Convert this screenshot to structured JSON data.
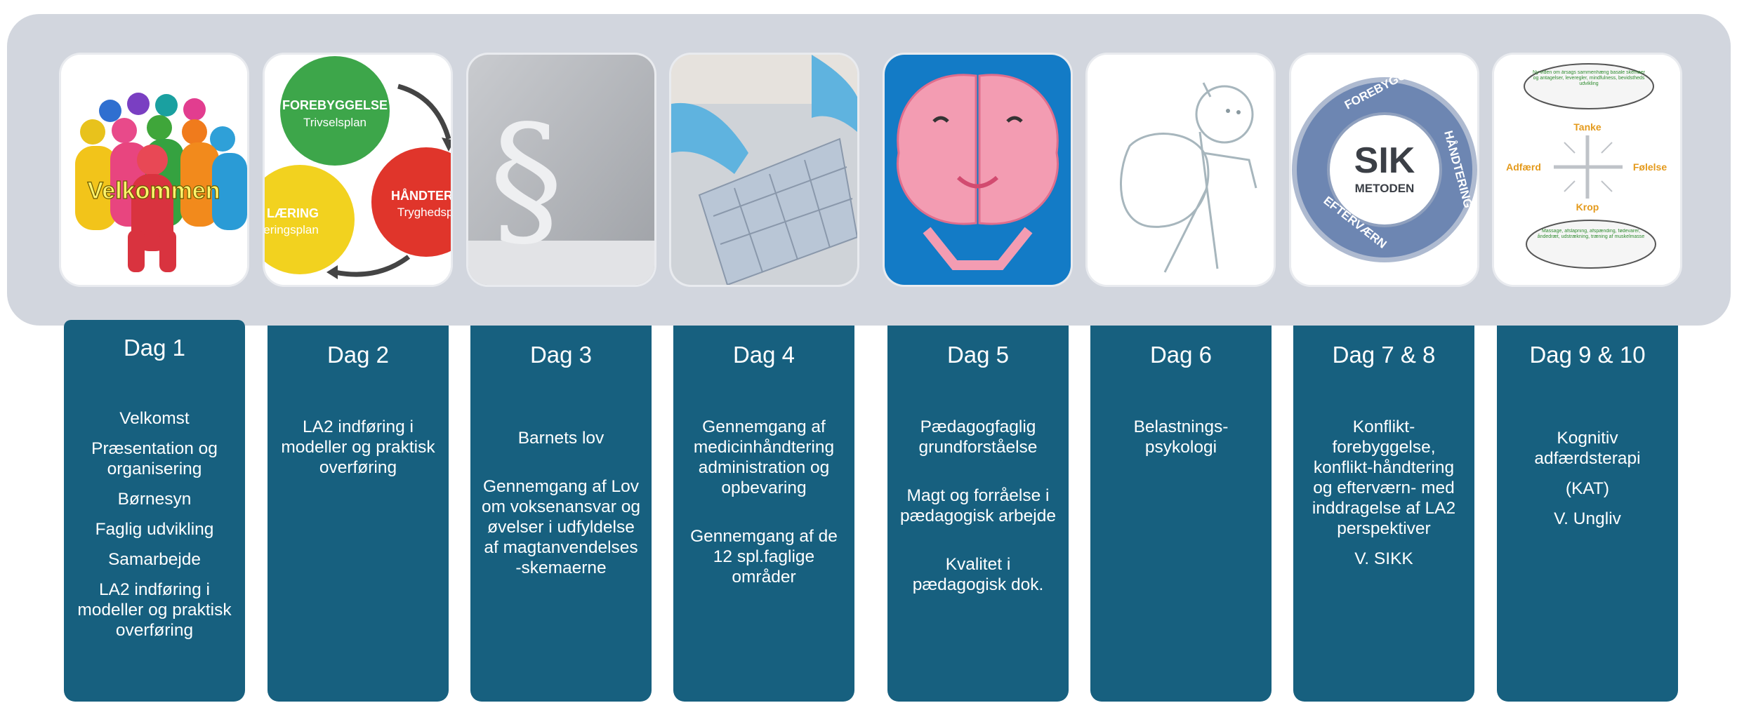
{
  "thumbnails": {
    "velkommen_text": "Velkommen",
    "forebyggelse_title": "FOREBYGGELSE",
    "forebyggelse_sub": "Trivselsplan",
    "handtering_title": "HÅNDTERING",
    "handtering_sub": "Tryghedsplan",
    "laering_title": "LÆRING",
    "laering_sub": "Læringsplan",
    "sik_logo": "SIK",
    "sik_sub": "METODEN",
    "sik_arc_top": "FOREBYGGELSE",
    "sik_arc_right": "HÅNDTERING",
    "sik_arc_bottom": "EFTERVÆRN",
    "kat_tanke": "Tanke",
    "kat_adfaerd": "Adfærd",
    "kat_folelse": "Følelse",
    "kat_krop": "Krop",
    "kat_cloud_top": "Ny viden om årsags sammenhæng basale skemaer og antagelser, leveregler, mindfulness, bevidstheds udvikling",
    "kat_cloud_bottom": "Massage, afslapning, afspænding, fødevarer, åndedræt, udstrækning, træning af muskelmasse"
  },
  "days": [
    {
      "title": "Dag 1",
      "items": [
        "Velkomst",
        "Præsentation og organisering",
        "Børnesyn",
        "Faglig udvikling",
        "Samarbejde",
        "LA2 indføring i modeller og praktisk overføring"
      ]
    },
    {
      "title": "Dag 2",
      "items": [
        "LA2 indføring i modeller og praktisk overføring"
      ]
    },
    {
      "title": "Dag 3",
      "items": [
        "Barnets lov",
        "Gennemgang af Lov om voksenansvar og øvelser i udfyldelse af magtanvendelses -skemaerne"
      ]
    },
    {
      "title": "Dag 4",
      "items": [
        "Gennemgang af medicinhåndtering administration og opbevaring",
        "Gennemgang af de 12 spl.faglige områder"
      ]
    },
    {
      "title": "Dag 5",
      "items": [
        "Pædagogfaglig grundforståelse",
        "Magt og forråelse i pædagogisk arbejde",
        "Kvalitet i pædagogisk dok."
      ]
    },
    {
      "title": "Dag 6",
      "items": [
        "Belastnings-psykologi"
      ]
    },
    {
      "title": "Dag 7 & 8",
      "items": [
        "Konflikt-forebyggelse, konflikt-håndtering og efterværn- med inddragelse af LA2 perspektiver",
        "V. SIKK"
      ]
    },
    {
      "title": "Dag 9 & 10",
      "items": [
        "Kognitiv adfærdsterapi",
        "(KAT)",
        "V. Ungliv"
      ]
    }
  ]
}
